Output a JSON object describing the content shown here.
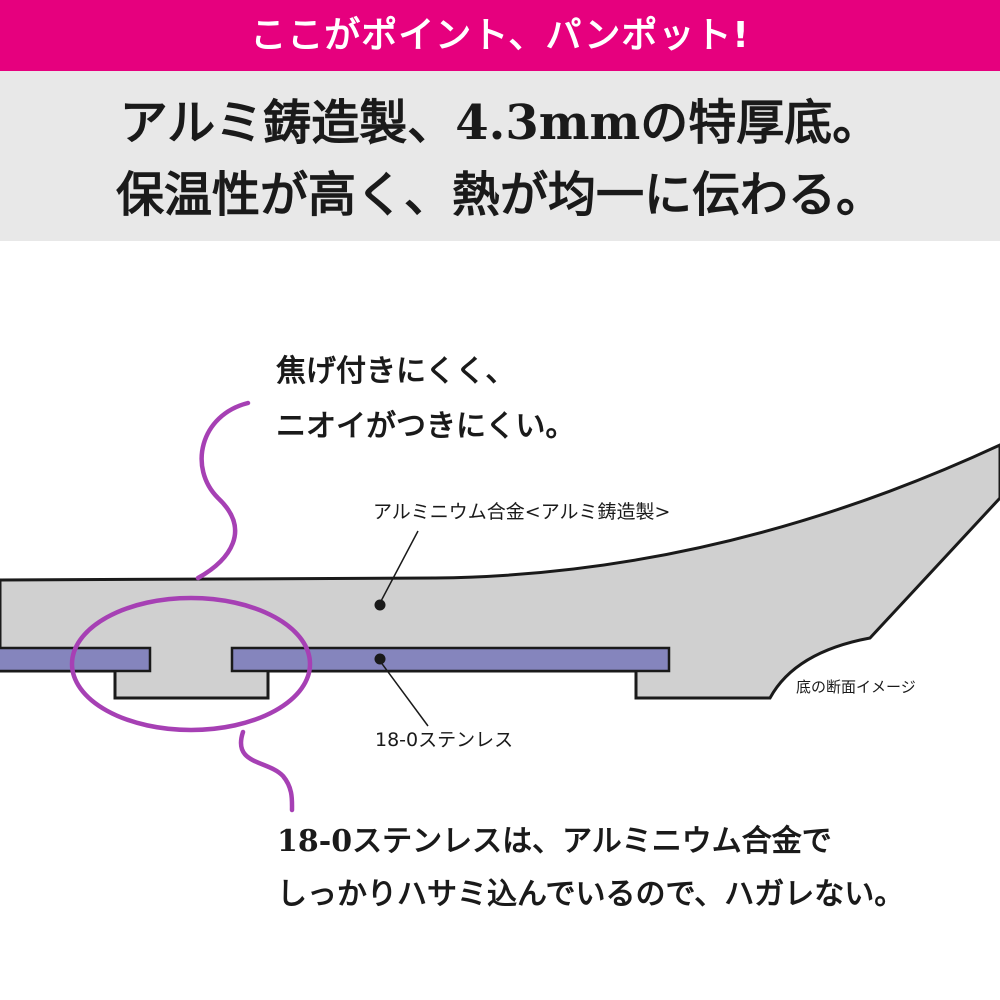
{
  "banner": {
    "text": "ここがポイント、パンポット!",
    "bg_color": "#e6007e"
  },
  "headline": {
    "line1": "アルミ鋳造製、4.3mmの特厚底。",
    "line2": "保温性が高く、熱が均一に伝わる。"
  },
  "diagram": {
    "note_top": {
      "line1": "焦げ付きにくく、",
      "line2": "ニオイがつきにくい。"
    },
    "labels": {
      "alloy": "アルミニウム合金<アルミ鋳造製>",
      "steel": "18-0ステンレス",
      "section": "底の断面イメージ"
    },
    "note_bottom": {
      "line1": "18-0ステンレスは、アルミニウム合金で",
      "line2": "しっかりハサミ込んでいるので、ハガレない。"
    },
    "colors": {
      "alloy": "#d0d0d0",
      "steel": "#8585bd",
      "callout": "#a640b4"
    }
  }
}
